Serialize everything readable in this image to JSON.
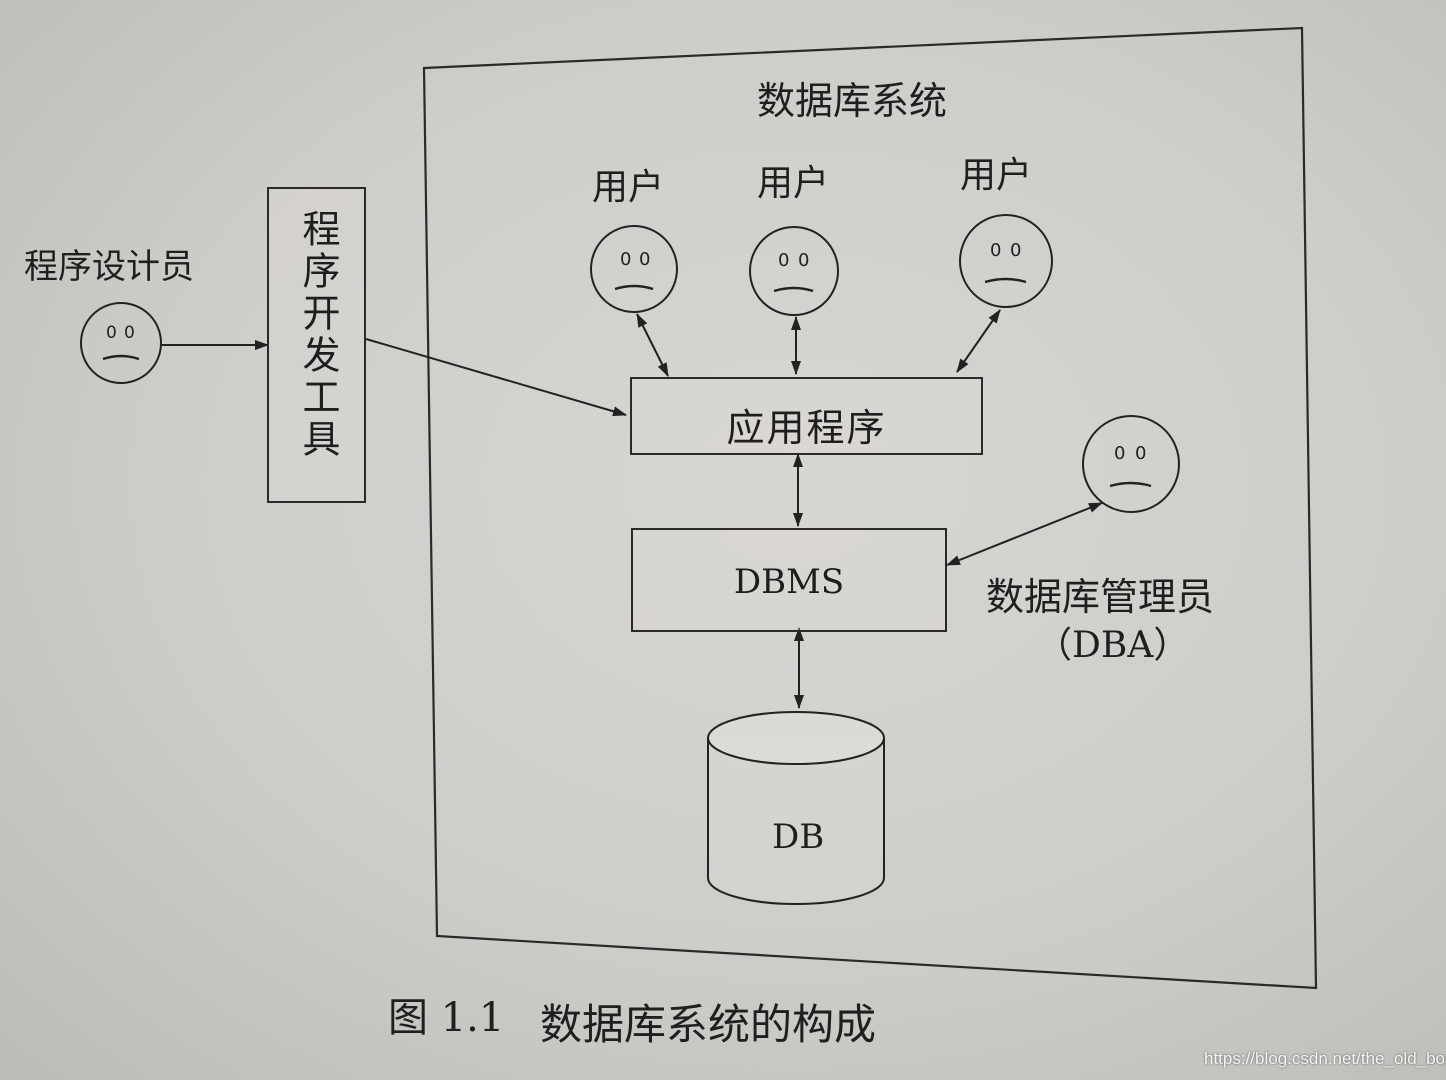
{
  "system": {
    "title": "数据库系统"
  },
  "users": [
    {
      "label": "用户"
    },
    {
      "label": "用户"
    },
    {
      "label": "用户"
    }
  ],
  "programmer": {
    "label": "程序设计员"
  },
  "dev_tool": {
    "label": "程序开发工具"
  },
  "app": {
    "label": "应用程序"
  },
  "dbms": {
    "label": "DBMS"
  },
  "dba": {
    "label": "数据库管理员",
    "abbr": "（DBA）"
  },
  "db": {
    "label": "DB"
  },
  "caption": {
    "number": "图 1.1",
    "text": "数据库系统的构成"
  },
  "watermark": "https://blog.csdn.net/the_old_boy"
}
